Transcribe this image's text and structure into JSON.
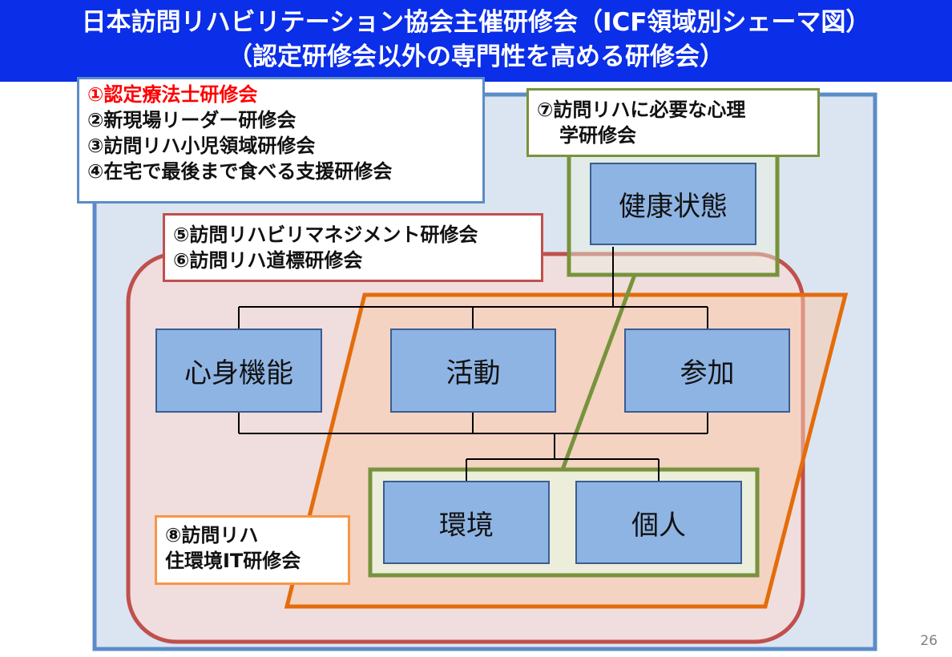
{
  "title": {
    "line1": "日本訪問リハビリテーション協会主催研修会（ICF領域別シェーマ図）",
    "line2": "（認定研修会以外の専門性を高める研修会）"
  },
  "boxes": {
    "health": "健康状態",
    "body": "心身機能",
    "activity": "活動",
    "participation": "参加",
    "environment": "環境",
    "personal": "個人"
  },
  "trainings": {
    "t1": "①認定療法士研修会",
    "t2": "②新現場リーダー研修会",
    "t3": "③訪問リハ小児領域研修会",
    "t4": "④在宅で最後まで食べる支援研修会",
    "t5": "⑤訪問リハビリマネジメント研修会",
    "t6": "⑥訪問リハ道標研修会",
    "t7_line1": "⑦訪問リハに必要な心理",
    "t7_line2": "学研修会",
    "t8_line1": "⑧訪問リハ",
    "t8_line2": "住環境IT研修会"
  },
  "colors": {
    "title_bg": "#0b2ee8",
    "outer_frame": "#5b8cc8",
    "red_region": "#c0504d",
    "orange_region": "#e46c0a",
    "green_region": "#77933c",
    "box_fill": "#8eb4e3",
    "highlight_text": "#ff0000"
  },
  "page_number": "26"
}
